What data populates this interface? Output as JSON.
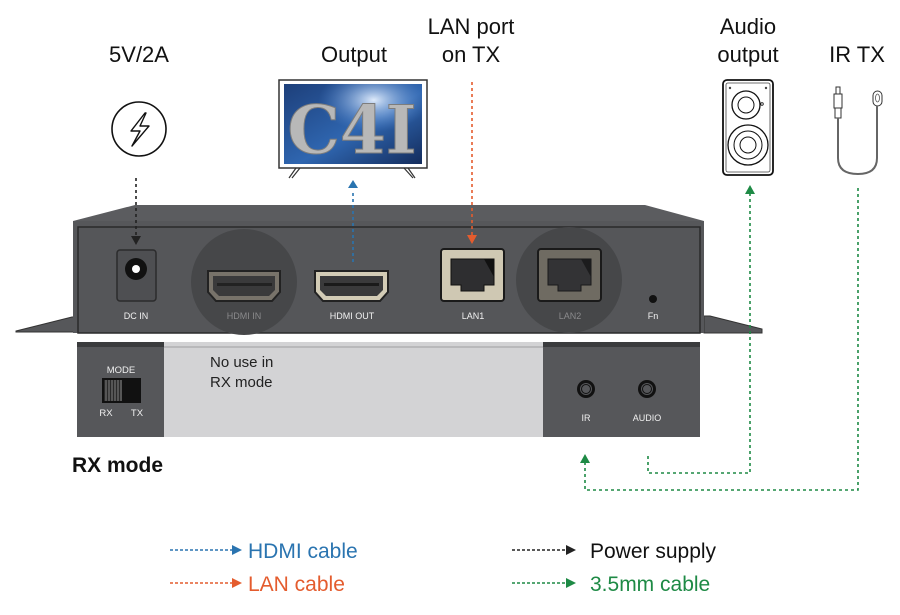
{
  "colors": {
    "hdmi": "#2a74b0",
    "lan": "#e45c2e",
    "power": "#222222",
    "audio35": "#1e8a45",
    "device_body": "#56575a",
    "device_dark": "#3a3b3d",
    "blocked_panel": "#d3d3d5",
    "port_frame": "#cfc8b3"
  },
  "top_labels": {
    "power": "5V/2A",
    "output": "Output",
    "lan_line1": "LAN port",
    "lan_line2": "on TX",
    "audio_line1": "Audio",
    "audio_line2": "output",
    "ir": "IR TX"
  },
  "icons": {
    "power": "lightning-bolt-icon",
    "tv": "tv-icon",
    "speaker": "speaker-icon",
    "ir_cable": "ir-emitter-cable-icon"
  },
  "tv_screen_text": "C4I",
  "device_front": {
    "ports": [
      {
        "id": "dc-in",
        "label": "DC IN",
        "active": true
      },
      {
        "id": "hdmi-in",
        "label": "HDMI IN",
        "active": false
      },
      {
        "id": "hdmi-out",
        "label": "HDMI OUT",
        "active": true
      },
      {
        "id": "lan1",
        "label": "LAN1",
        "active": true
      },
      {
        "id": "lan2",
        "label": "LAN2",
        "active": false
      },
      {
        "id": "fn",
        "label": "Fn",
        "active": true
      }
    ]
  },
  "device_back": {
    "mode_label": "MODE",
    "switch_left": "RX",
    "switch_right": "TX",
    "switch_position": "RX",
    "blocked_note_line1": "No use in",
    "blocked_note_line2": "RX mode",
    "jacks": [
      {
        "id": "ir",
        "label": "IR"
      },
      {
        "id": "audio",
        "label": "AUDIO"
      }
    ]
  },
  "mode_title": "RX mode",
  "legend": [
    {
      "label": "HDMI cable",
      "color_key": "hdmi"
    },
    {
      "label": "LAN cable",
      "color_key": "lan"
    },
    {
      "label": "Power supply",
      "color_key": "power"
    },
    {
      "label": "3.5mm cable",
      "color_key": "audio35"
    }
  ]
}
